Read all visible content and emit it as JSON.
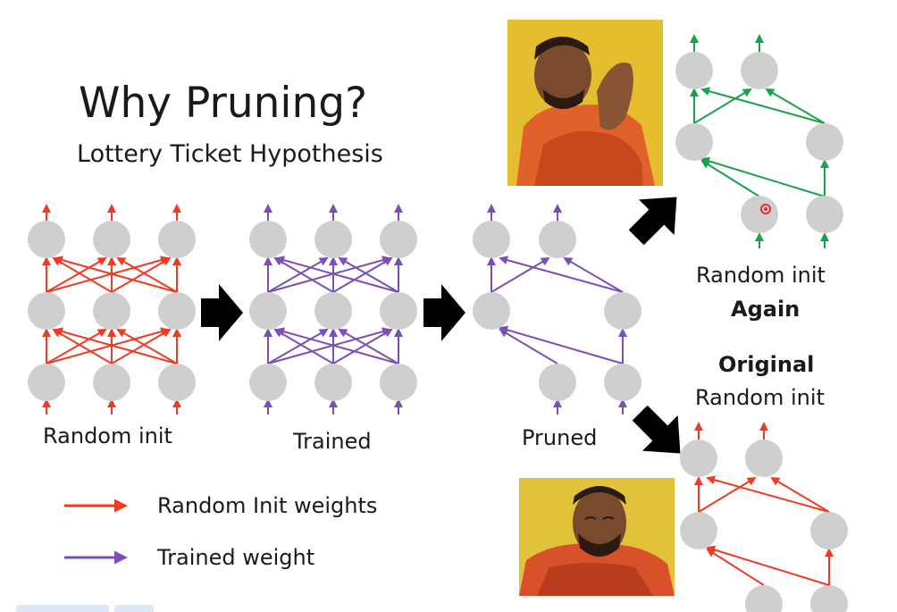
{
  "title": "Why Pruning?",
  "subtitle": "Lottery Ticket Hypothesis",
  "stage_labels": {
    "random_init": "Random init",
    "trained": "Trained",
    "pruned": "Pruned"
  },
  "right_labels": {
    "random_init_again_line1": "Random init",
    "random_init_again_line2": "Again",
    "original_line1": "Original",
    "original_line2": "Random init"
  },
  "legend": [
    {
      "label": "Random Init weights",
      "color": "#ef3b24"
    },
    {
      "label": "Trained weight",
      "color": "#7b4fb5"
    }
  ],
  "colors": {
    "red": "#ef3b24",
    "purple": "#7b4fb5",
    "green": "#1aa24a",
    "node": "#cfcfcf",
    "arrow_block": "#000000",
    "photo_bg": "#e4be2f"
  },
  "icons": [
    "disapprove-meme-photo",
    "approve-meme-photo",
    "block-arrow-icon"
  ]
}
